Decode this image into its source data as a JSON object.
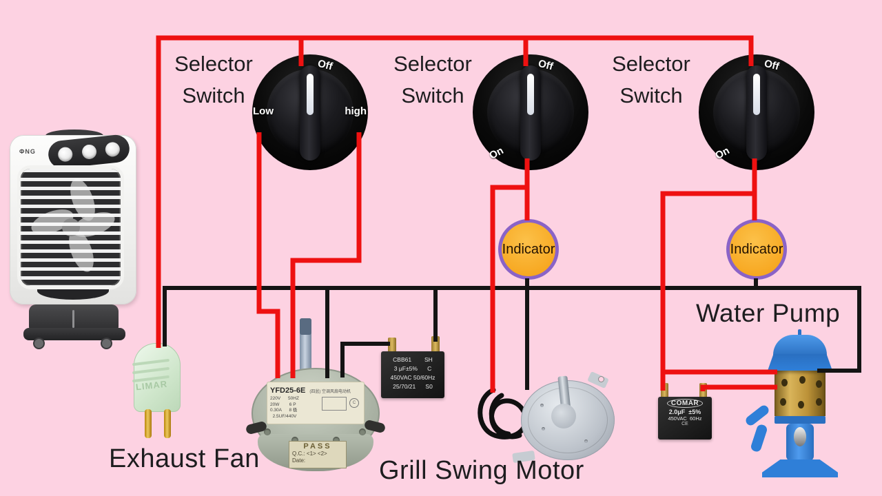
{
  "background_color": "#fdd2e2",
  "wire_colors": {
    "live": "#ee1111",
    "neutral": "#141414"
  },
  "switches": [
    {
      "label_lines": [
        "Selector",
        "Switch"
      ],
      "marks": {
        "top": "Off",
        "left": "Low",
        "right": "high"
      }
    },
    {
      "label_lines": [
        "Selector",
        "Switch"
      ],
      "marks": {
        "top": "Off",
        "bottom": "On"
      }
    },
    {
      "label_lines": [
        "Selector",
        "Switch"
      ],
      "marks": {
        "top": "Off",
        "bottom": "On"
      }
    }
  ],
  "indicators": [
    {
      "label": "Indicator"
    },
    {
      "label": "Indicator"
    }
  ],
  "labels": {
    "exhaust_fan": "Exhaust Fan",
    "grill_swing_motor": "Grill Swing Motor",
    "water_pump": "Water Pump"
  },
  "cooler": {
    "logo": "ΦNG"
  },
  "plug": {
    "brand": "LIMAR"
  },
  "exhaust_motor": {
    "model": "YFD25-6E",
    "model_suffix": "(四盆) 空调风扇电动机",
    "spec_lines": [
      "220V      50HZ",
      "20W        6 P",
      "0.30A      8 极",
      "  2.5UF/440V"
    ],
    "sticker_lines": [
      "PASS",
      "Q.C.: <1> <2>",
      "Date:"
    ]
  },
  "capacitor_cbb61": {
    "lines": [
      "CBB61        SH",
      "3 μF±5%      C",
      "450VAC 50/60Hz",
      "25/70/21      S0"
    ]
  },
  "capacitor_comar": {
    "brand": "COMAR",
    "lines": [
      "2.0μF  ±5%",
      "450VAC  60Hz",
      "CE"
    ]
  }
}
